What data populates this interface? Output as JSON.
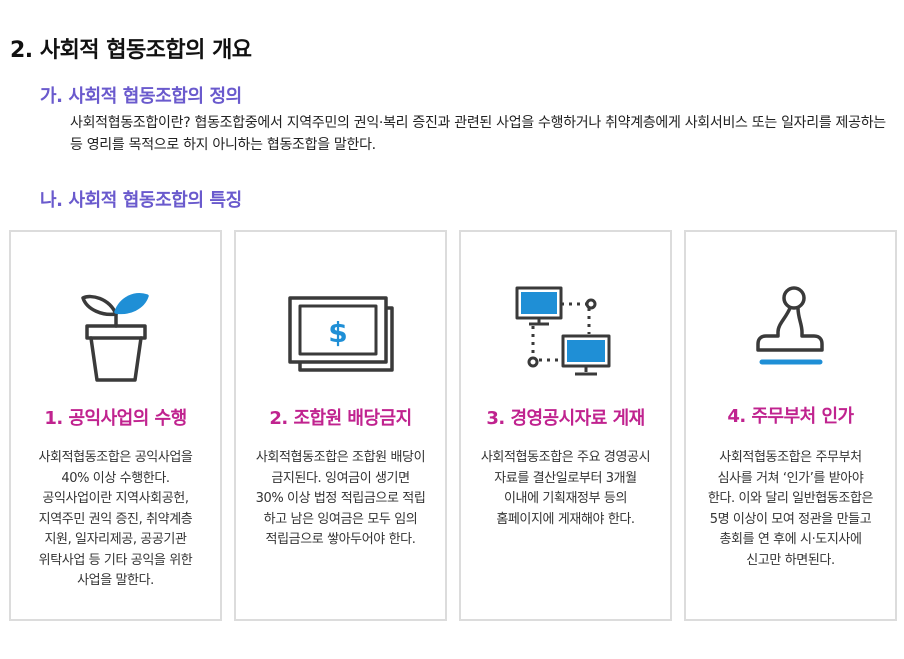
{
  "heading": "2. 사회적 협동조합의 개요",
  "section_a": {
    "title": "가. 사회적 협동조합의 정의",
    "definition": "사회적협동조합이란? 협동조합중에서 지역주민의 권익·복리 증진과 관련된 사업을 수행하거나 취약계층에게 사회서비스 또는 일자리를 제공하는 등 영리를 목적으로 하지 아니하는 협동조합을 말한다."
  },
  "section_b": {
    "title": "나. 사회적 협동조합의 특징",
    "cards": [
      {
        "icon": "plant-pot-icon",
        "title": "1. 공익사업의 수행",
        "description": "사회적협동조합은 공익사업을\n40% 이상 수행한다.\n공익사업이란 지역사회공헌,\n지역주민 권익 증진, 취약계층\n지원, 일자리제공, 공공기관\n위탁사업 등 기타 공익을 위한\n사업을 말한다."
      },
      {
        "icon": "money-bill-icon",
        "title": "2. 조합원 배당금지",
        "description": "사회적협동조합은 조합원 배당이\n금지된다. 잉여금이 생기면\n30% 이상 법정 적립금으로 적립\n하고 남은 잉여금은 모두 임의\n적립금으로 쌓아두어야 한다."
      },
      {
        "icon": "networked-computers-icon",
        "title": "3. 경영공시자료 게재",
        "description": "사회적협동조합은 주요 경영공시\n자료를 결산일로부터 3개월\n이내에 기획재정부 등의\n홈페이지에 게재해야 한다."
      },
      {
        "icon": "stamp-icon",
        "title": "4. 주무부처 인가",
        "description": "사회적협동조합은 주무부처\n심사를 거쳐 ‘인가’를 받아야\n한다. 이와 달리 일반협동조합은\n5명 이상이 모여 정관을 만들고\n총회를 연 후에 시·도지사에\n신고만 하면된다."
      }
    ]
  },
  "colors": {
    "subheading": "#6a5acd",
    "card_title": "#c0238f",
    "icon_stroke": "#3a3a3a",
    "icon_accent": "#1f8fd6",
    "card_border": "#dcdcdc"
  }
}
